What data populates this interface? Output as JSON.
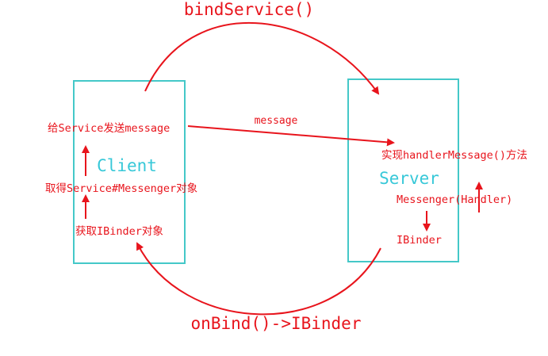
{
  "colors": {
    "accent_red": "#e8141c",
    "box_cyan": "#44c8c8",
    "label_cyan": "#37c8d8",
    "background": "#ffffff"
  },
  "arrows": {
    "top": "bindService()",
    "bottom": "onBind()->IBinder",
    "middle": "message"
  },
  "client": {
    "title": "Client",
    "steps": [
      "给Service发送message",
      "取得Service#Messenger对象",
      "获取IBinder对象"
    ]
  },
  "server": {
    "title": "Server",
    "handler": "实现handlerMessage()方法",
    "messenger": "Messenger(Handler)",
    "binder": "IBinder"
  }
}
